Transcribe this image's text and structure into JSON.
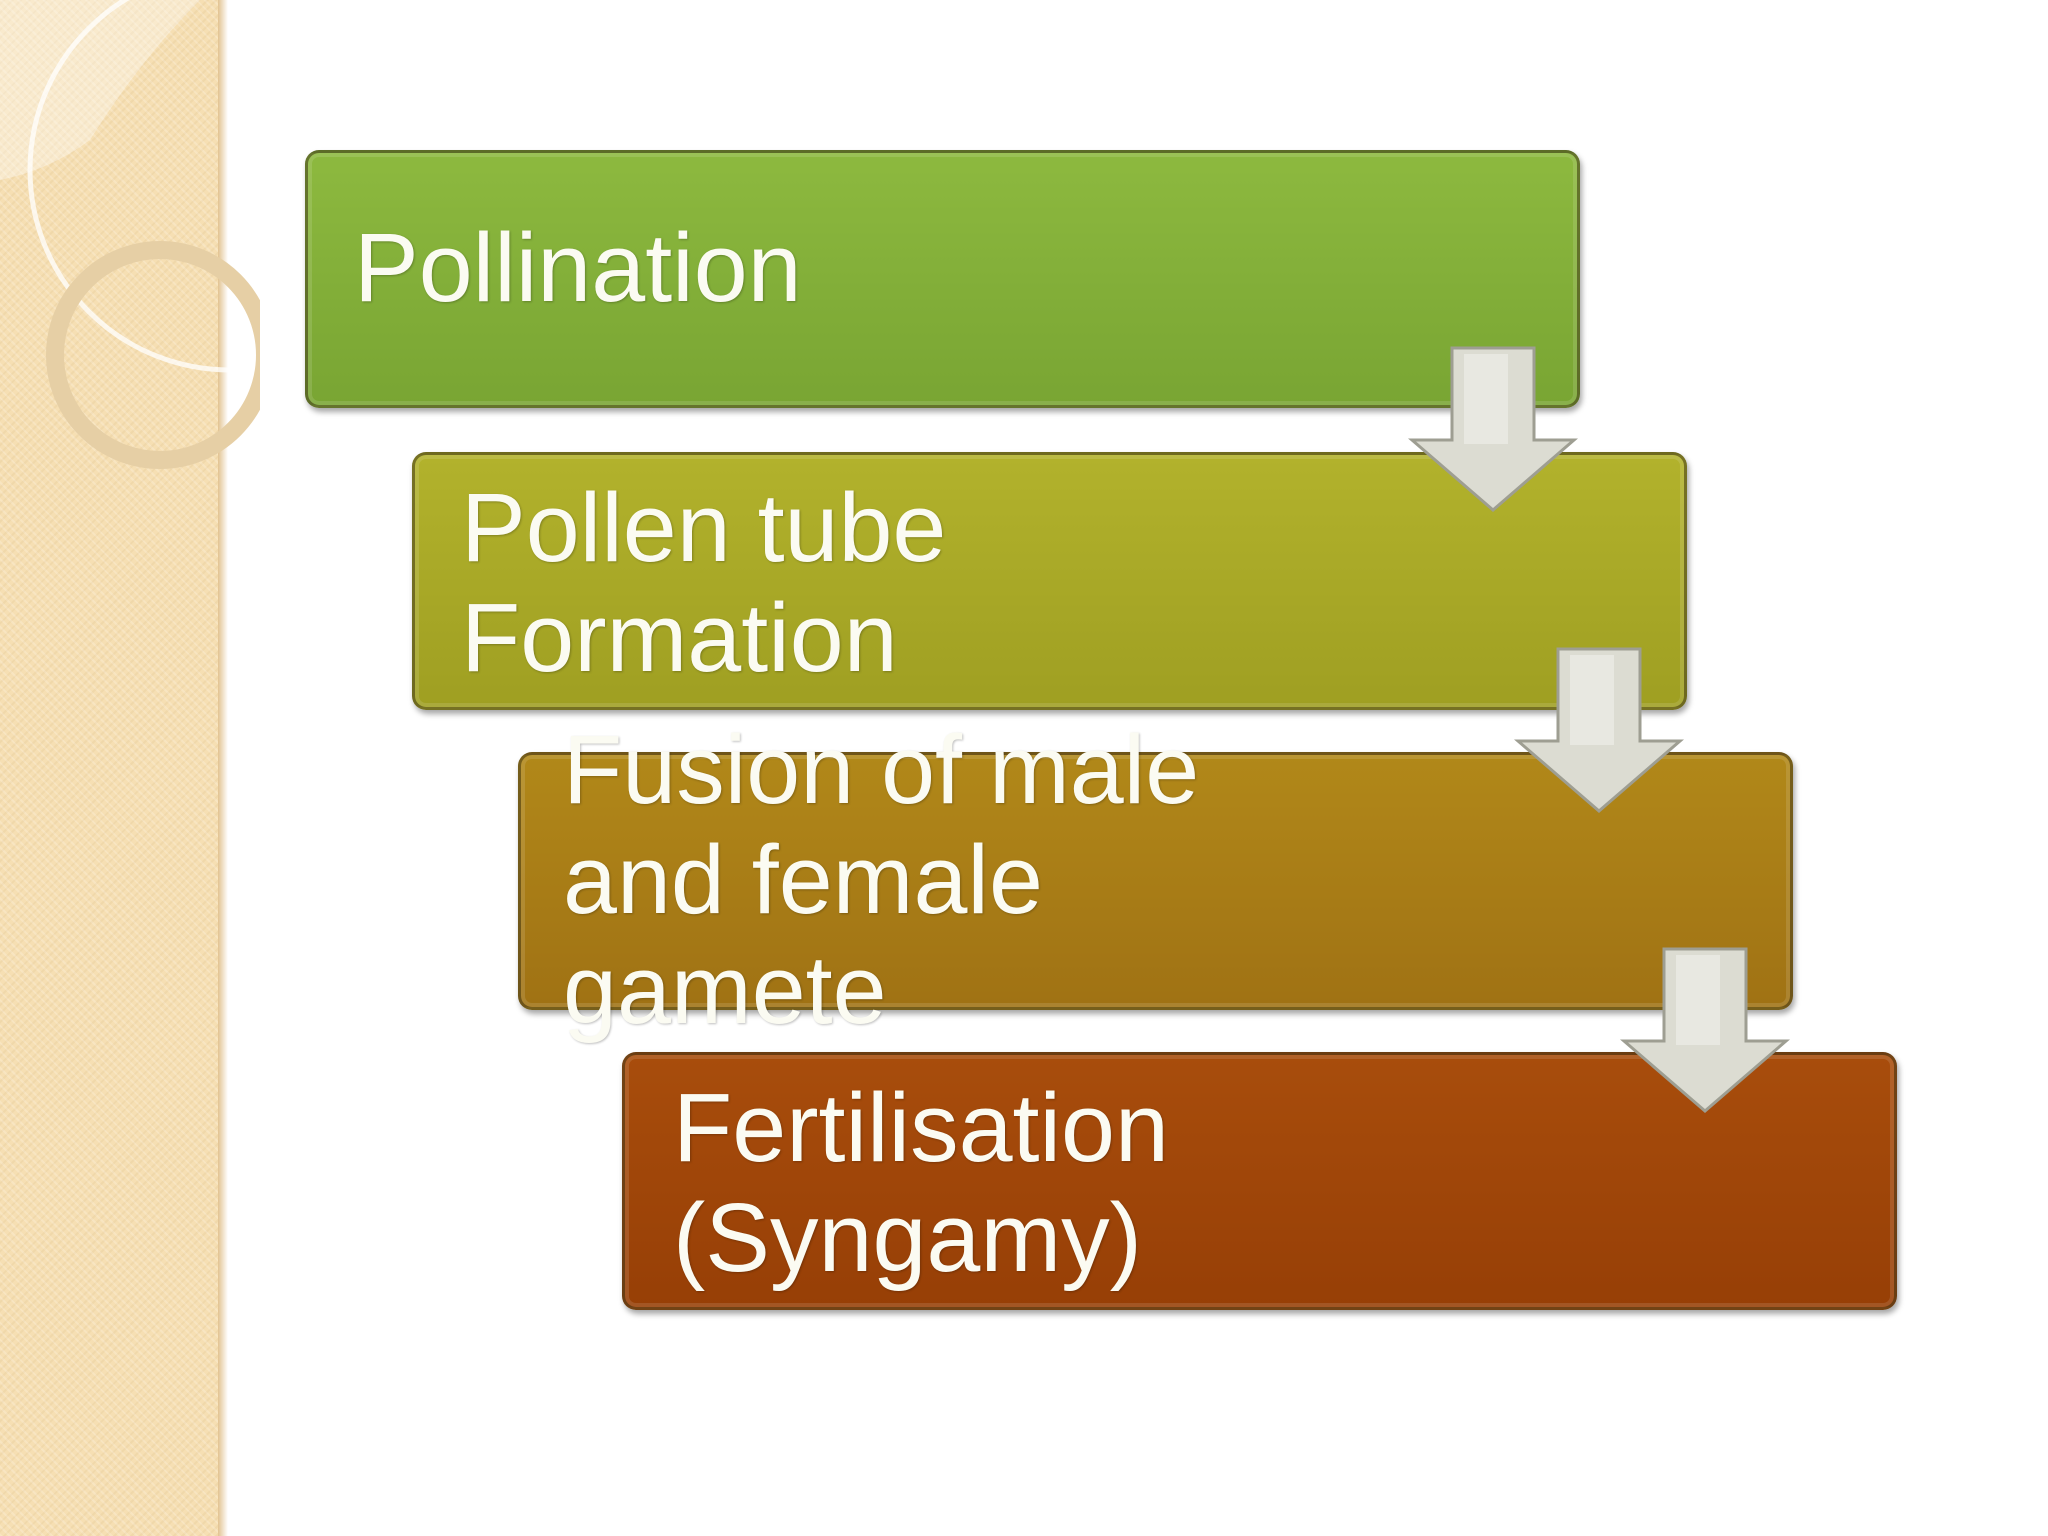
{
  "slide": {
    "steps": [
      {
        "label": "Pollination",
        "color": "#86b23b"
      },
      {
        "label": "Pollen tube\nFormation",
        "color": "#aaaa28"
      },
      {
        "label": "Fusion of male\nand female\ngamete",
        "color": "#a97d17"
      },
      {
        "label": "Fertilisation\n(Syngamy)",
        "color": "#9f4509"
      }
    ],
    "arrow_color": "#d9d9cf",
    "band_color": "#f6dfb3"
  }
}
